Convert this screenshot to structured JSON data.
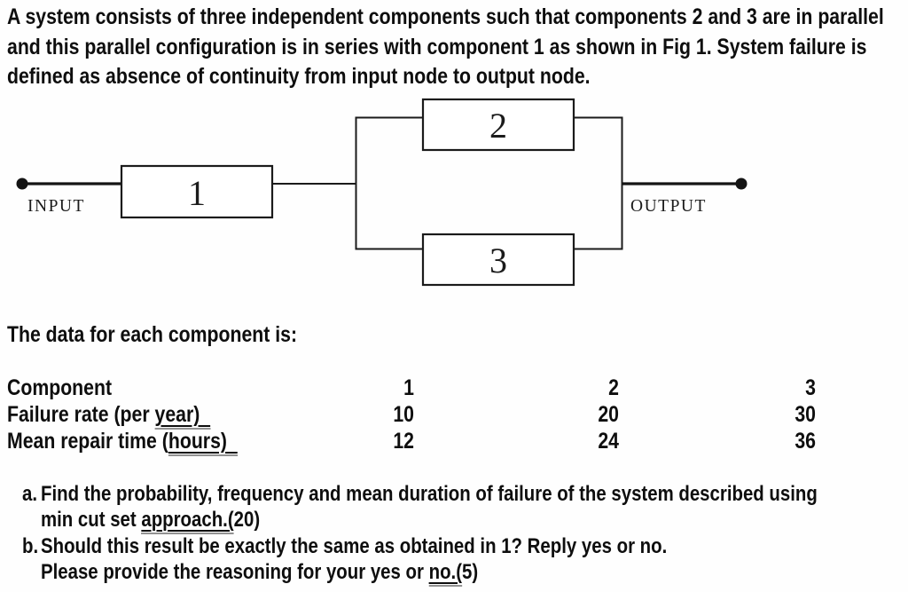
{
  "intro": {
    "lines": [
      "A system consists of three independent components such that components 2 and 3 are in parallel",
      "and this parallel configuration is in series with component 1 as shown in Fig 1. System failure is",
      "defined as absence of continuity from input node to output node."
    ]
  },
  "diagram": {
    "input_label": "INPUT",
    "output_label": "OUTPUT",
    "component1": "1",
    "component2": "2",
    "component3": "3"
  },
  "data_intro": "The data for each component is:",
  "table": {
    "rows": [
      {
        "label_pre": "Component",
        "label_u": "",
        "values": [
          "1",
          "2",
          "3"
        ]
      },
      {
        "label_pre": "Failure rate (per ",
        "label_u": "year)  ",
        "values": [
          "10",
          "20",
          "30"
        ]
      },
      {
        "label_pre": "Mean repair time (",
        "label_u": "hours)  ",
        "values": [
          "12",
          "24",
          "36"
        ]
      }
    ]
  },
  "questions": [
    {
      "marker": "a.",
      "line1": "Find the probability, frequency and mean duration of failure of the system described using",
      "line2_pre": "min cut set ",
      "line2_u": "approach.(",
      "line2_post": "20)"
    },
    {
      "marker": "b.",
      "line1": "Should this result be exactly the same as obtained in 1? Reply yes or no.",
      "line2_pre": "Please provide the reasoning for your yes or ",
      "line2_u": "no.(",
      "line2_post": "5)"
    }
  ]
}
